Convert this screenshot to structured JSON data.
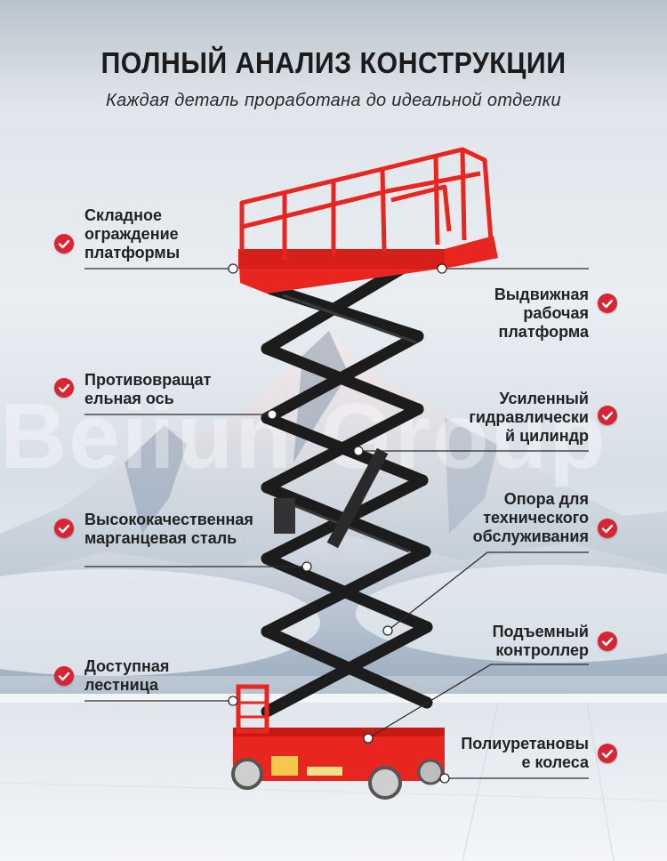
{
  "header": {
    "title": "ПОЛНЫЙ АНАЛИЗ КОНСТРУКЦИИ",
    "subtitle": "Каждая деталь проработана до идеальной отделки"
  },
  "watermark": "Beiiun Group",
  "features": [
    {
      "lines": [
        "Складное",
        "ограждение",
        "платформы"
      ],
      "side": "left",
      "icon": "check-icon"
    },
    {
      "lines": [
        "Выдвижная",
        "рабочая",
        "платформа"
      ],
      "side": "right",
      "icon": "check-icon"
    },
    {
      "lines": [
        "Противовращат",
        "ельная ось"
      ],
      "side": "left",
      "icon": "check-icon"
    },
    {
      "lines": [
        "Усиленный",
        "гидравлически",
        "й цилиндр"
      ],
      "side": "right",
      "icon": "check-icon"
    },
    {
      "lines": [
        "Высококачественная",
        "марганцевая сталь"
      ],
      "side": "left",
      "icon": "check-icon"
    },
    {
      "lines": [
        "Опора для",
        "технического",
        "обслуживания"
      ],
      "side": "right",
      "icon": "check-icon"
    },
    {
      "lines": [
        "Подъемный",
        "контроллер"
      ],
      "side": "right",
      "icon": "check-icon"
    },
    {
      "lines": [
        "Доступная",
        "лестница"
      ],
      "side": "left",
      "icon": "check-icon"
    },
    {
      "lines": [
        "Полиуретановы",
        "е колеса"
      ],
      "side": "right",
      "icon": "check-icon"
    }
  ],
  "colors": {
    "accent": "#d92433",
    "machine": "#e8261f",
    "scissor": "#1c1c1c"
  }
}
